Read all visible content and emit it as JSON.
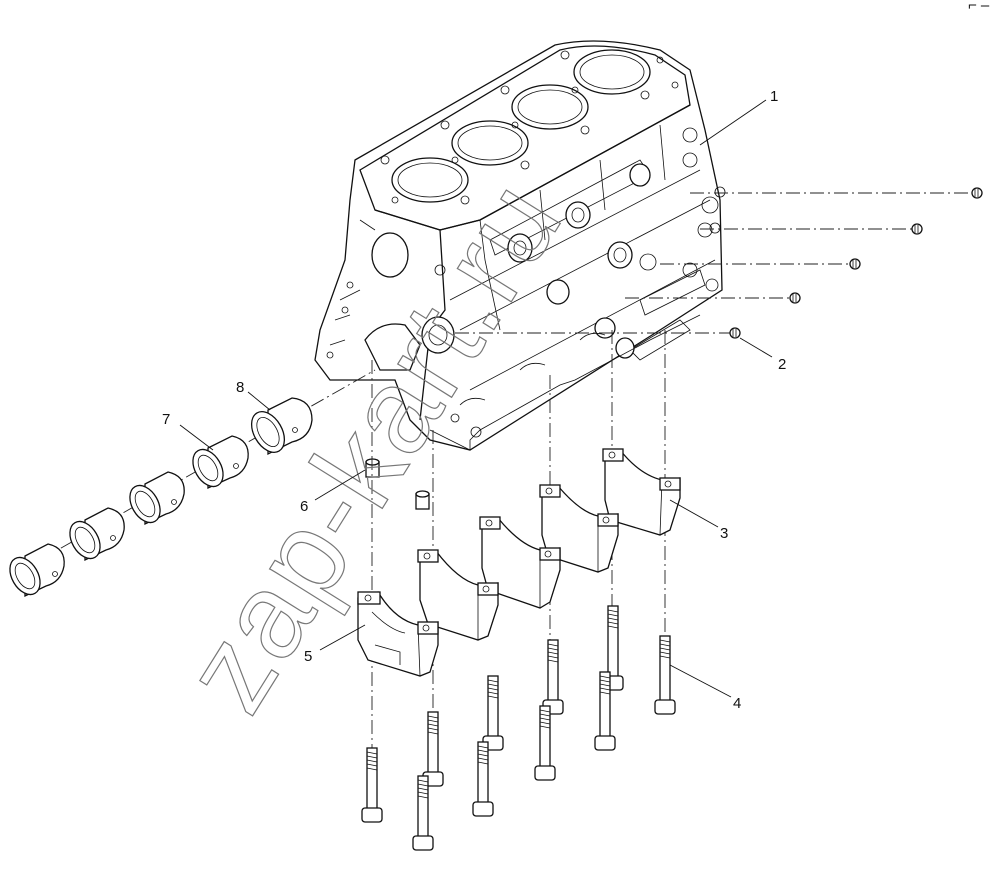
{
  "watermark": "zap-kart.ru",
  "corner_mark": "⌐ ‒",
  "callouts": [
    {
      "id": "1",
      "label": "1"
    },
    {
      "id": "2",
      "label": "2"
    },
    {
      "id": "3",
      "label": "3"
    },
    {
      "id": "4",
      "label": "4"
    },
    {
      "id": "5",
      "label": "5"
    },
    {
      "id": "6",
      "label": "6"
    },
    {
      "id": "7",
      "label": "7"
    },
    {
      "id": "8",
      "label": "8"
    }
  ]
}
